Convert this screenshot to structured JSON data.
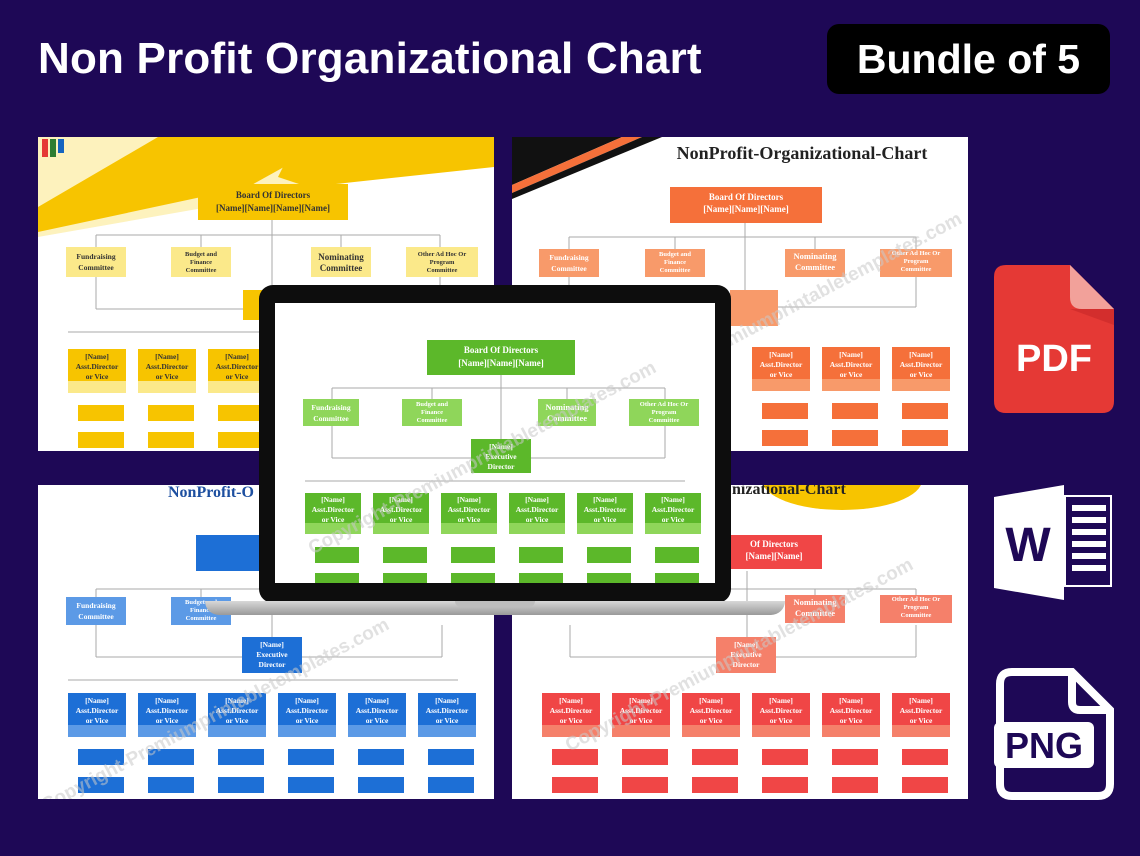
{
  "header": {
    "title": "Non Profit Organizational Chart",
    "badge": "Bundle of 5"
  },
  "watermark": "Copyright-Premiumprintabletemplates.com",
  "chart_titles": {
    "orange": "NonProfit-Organizational-Chart",
    "blue": "NonProfit-O",
    "red": "nizational-Chart"
  },
  "org": {
    "board": "Board Of Directors",
    "board_names_4": "[Name][Name][Name][Name]",
    "board_names_3": "[Name][Name][Name]",
    "board_names_2": "[Name][Name]",
    "committees": [
      "Fundraising Committee",
      "Budget and Finance Committee",
      "Nominating Committee",
      "Other Ad Hoc Or Program Committee"
    ],
    "executive": "[Name] Executive Director",
    "asst": "[Name] Asst.Director or Vice"
  },
  "formats": {
    "pdf": "PDF",
    "word": "W",
    "png": "PNG"
  },
  "colors": {
    "background": "#1e0856",
    "yellow_theme": "#f7c400",
    "orange_theme": "#f5703a",
    "blue_theme": "#1d6fd6",
    "red_theme": "#f04646",
    "green_theme": "#5cb82a",
    "pdf_red": "#e53935",
    "word_blue": "#2b3e9c"
  }
}
